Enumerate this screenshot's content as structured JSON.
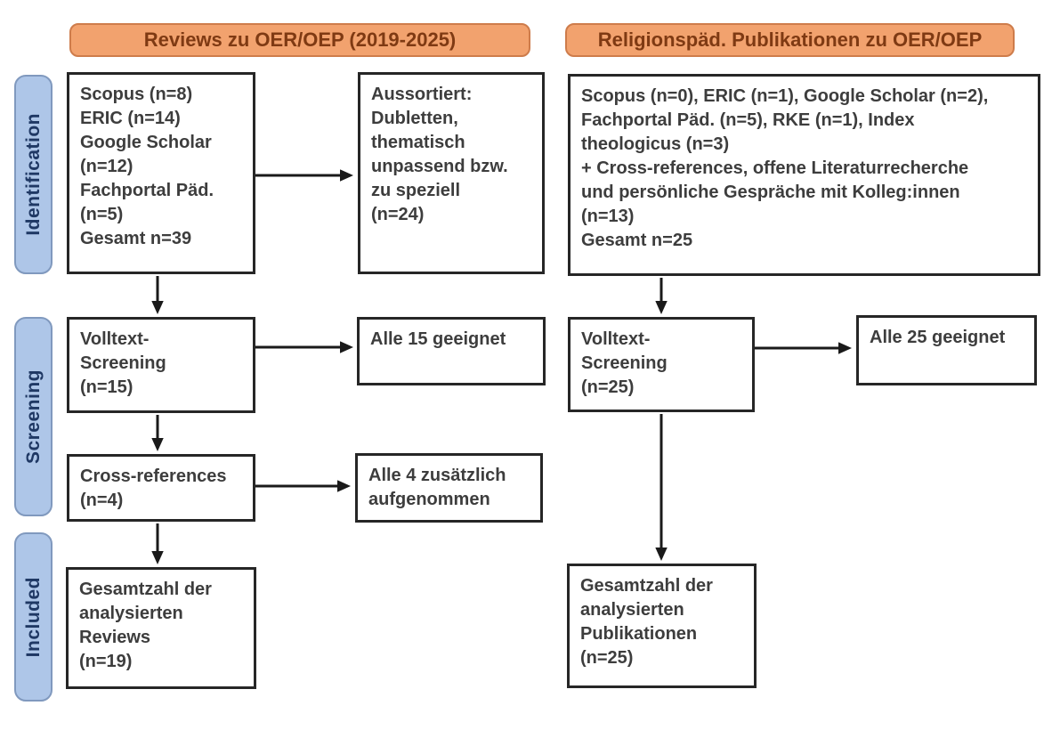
{
  "colors": {
    "header_bg": "#F2A26E",
    "header_border": "#CE7C4B",
    "header_text": "#7F3A13",
    "stage_bg": "#AEC6E8",
    "stage_border": "#8099BE",
    "stage_text": "#1F3864",
    "box_border": "#262626",
    "box_text": "#3D3D3D",
    "arrow": "#1A1A1A"
  },
  "headers": {
    "left": "Reviews zu OER/OEP (2019-2025)",
    "right": "Religionspäd. Publikationen zu OER/OEP"
  },
  "stages": {
    "identification": "Identification",
    "screening": "Screening",
    "included": "Included"
  },
  "boxes": {
    "left_sources": {
      "lines": [
        "Scopus (n=8)",
        "ERIC (n=14)",
        "Google Scholar",
        "(n=12)",
        "Fachportal Päd.",
        "(n=5)",
        "Gesamt n=39"
      ]
    },
    "left_excluded": {
      "lines": [
        "Aussortiert:",
        "Dubletten,",
        "thematisch",
        "unpassend bzw.",
        "zu speziell",
        "(n=24)"
      ]
    },
    "right_sources": {
      "lines": [
        "Scopus (n=0), ERIC (n=1), Google Scholar (n=2),",
        "Fachportal Päd. (n=5), RKE (n=1), Index",
        "theologicus (n=3)",
        "+ Cross-references, offene Literaturrecherche",
        "und persönliche Gespräche mit Kolleg:innen",
        "(n=13)",
        "Gesamt n=25"
      ]
    },
    "left_fulltext": {
      "lines": [
        "Volltext-",
        "Screening",
        "(n=15)"
      ]
    },
    "left_eligible": {
      "lines": [
        "Alle 15 geeignet"
      ]
    },
    "right_fulltext": {
      "lines": [
        "Volltext-",
        "Screening",
        "(n=25)"
      ]
    },
    "right_eligible": {
      "lines": [
        "Alle 25 geeignet"
      ]
    },
    "left_crossref": {
      "lines": [
        "Cross-references",
        "(n=4)"
      ]
    },
    "left_added": {
      "lines": [
        "Alle 4 zusätzlich",
        "aufgenommen"
      ]
    },
    "left_total": {
      "lines": [
        "Gesamtzahl der",
        "analysierten",
        "Reviews",
        "(n=19)"
      ]
    },
    "right_total": {
      "lines": [
        "Gesamtzahl der",
        "analysierten",
        "Publikationen",
        "(n=25)"
      ]
    }
  }
}
